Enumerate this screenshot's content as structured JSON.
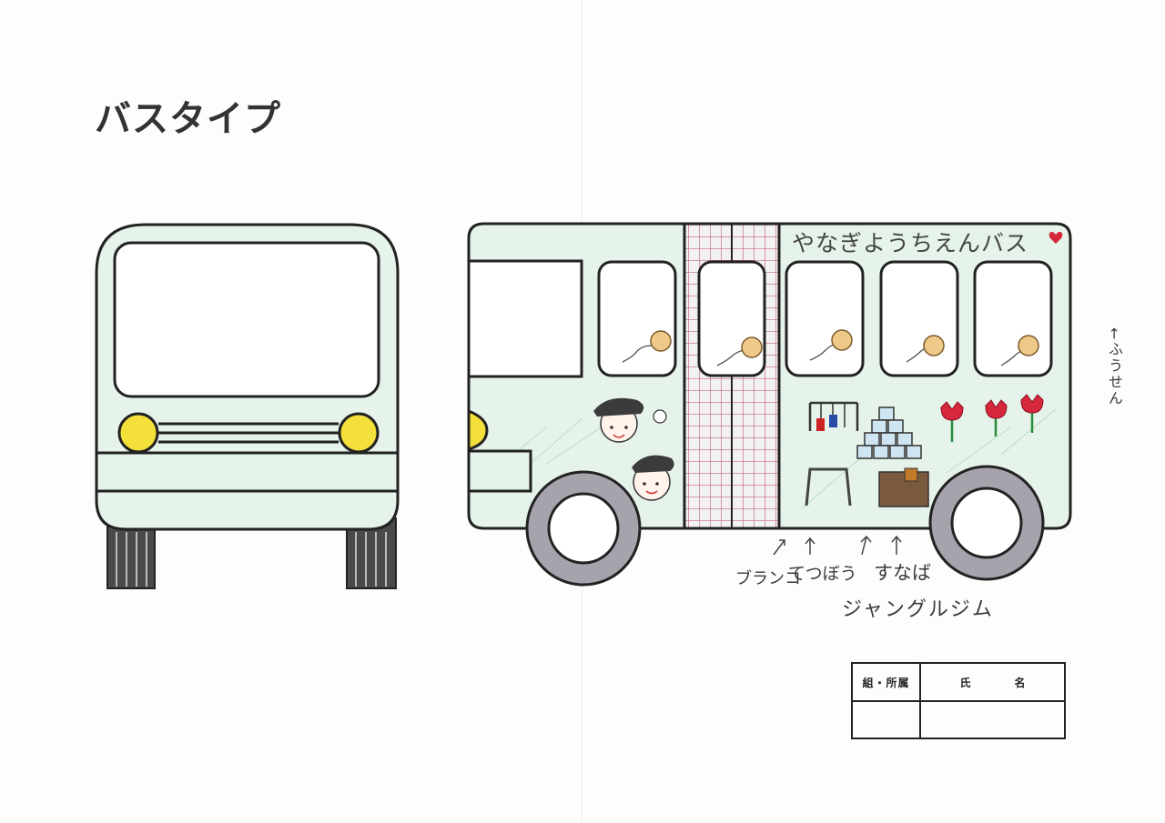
{
  "title": "バスタイプ",
  "bus_name_text": "やなぎようちえんバス",
  "labels": {
    "balloon": "←ふうせん",
    "swing": "ブランコ",
    "bar": "てつぼう",
    "sandbox": "すなば",
    "jungle_gym": "ジャングルジム"
  },
  "name_box": {
    "class_label": "組・所属",
    "name_label": "氏　名"
  },
  "colors": {
    "outline": "#222222",
    "bus_body": "#e6f3ea",
    "headlight": "#f4e03a",
    "door_grid": "#c4687a",
    "tulip": "#d6283c",
    "tire": "#a7a3ad"
  }
}
